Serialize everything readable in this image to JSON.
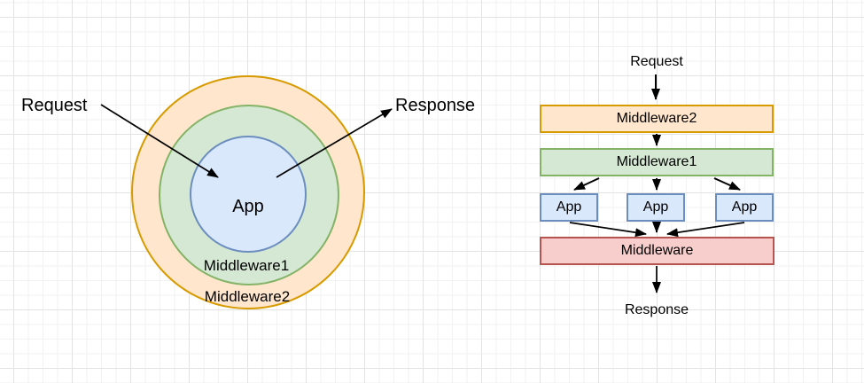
{
  "canvas": {
    "background": "#FFFFFF",
    "grid_minor_color": "#F2F2F2",
    "grid_major_color": "#E3E3E3",
    "arrow_color": "#000000",
    "text_color": "#000000"
  },
  "onion": {
    "request_label": "Request",
    "response_label": "Response",
    "rings": [
      {
        "label": "Middleware2",
        "fill": "#FFE6CC",
        "stroke": "#D79B00"
      },
      {
        "label": "Middleware1",
        "fill": "#D5E8D4",
        "stroke": "#82B366"
      },
      {
        "label": "App",
        "fill": "#DAE8FC",
        "stroke": "#6C8EBF"
      }
    ]
  },
  "flow": {
    "request_label": "Request",
    "response_label": "Response",
    "middleware2": {
      "label": "Middleware2",
      "fill": "#FFE6CC",
      "stroke": "#D79B00"
    },
    "middleware1": {
      "label": "Middleware1",
      "fill": "#D5E8D4",
      "stroke": "#82B366"
    },
    "apps": [
      {
        "label": "App",
        "fill": "#DAE8FC",
        "stroke": "#6C8EBF"
      },
      {
        "label": "App",
        "fill": "#DAE8FC",
        "stroke": "#6C8EBF"
      },
      {
        "label": "App",
        "fill": "#DAE8FC",
        "stroke": "#6C8EBF"
      }
    ],
    "middleware": {
      "label": "Middleware",
      "fill": "#F8CECC",
      "stroke": "#B85450"
    }
  }
}
